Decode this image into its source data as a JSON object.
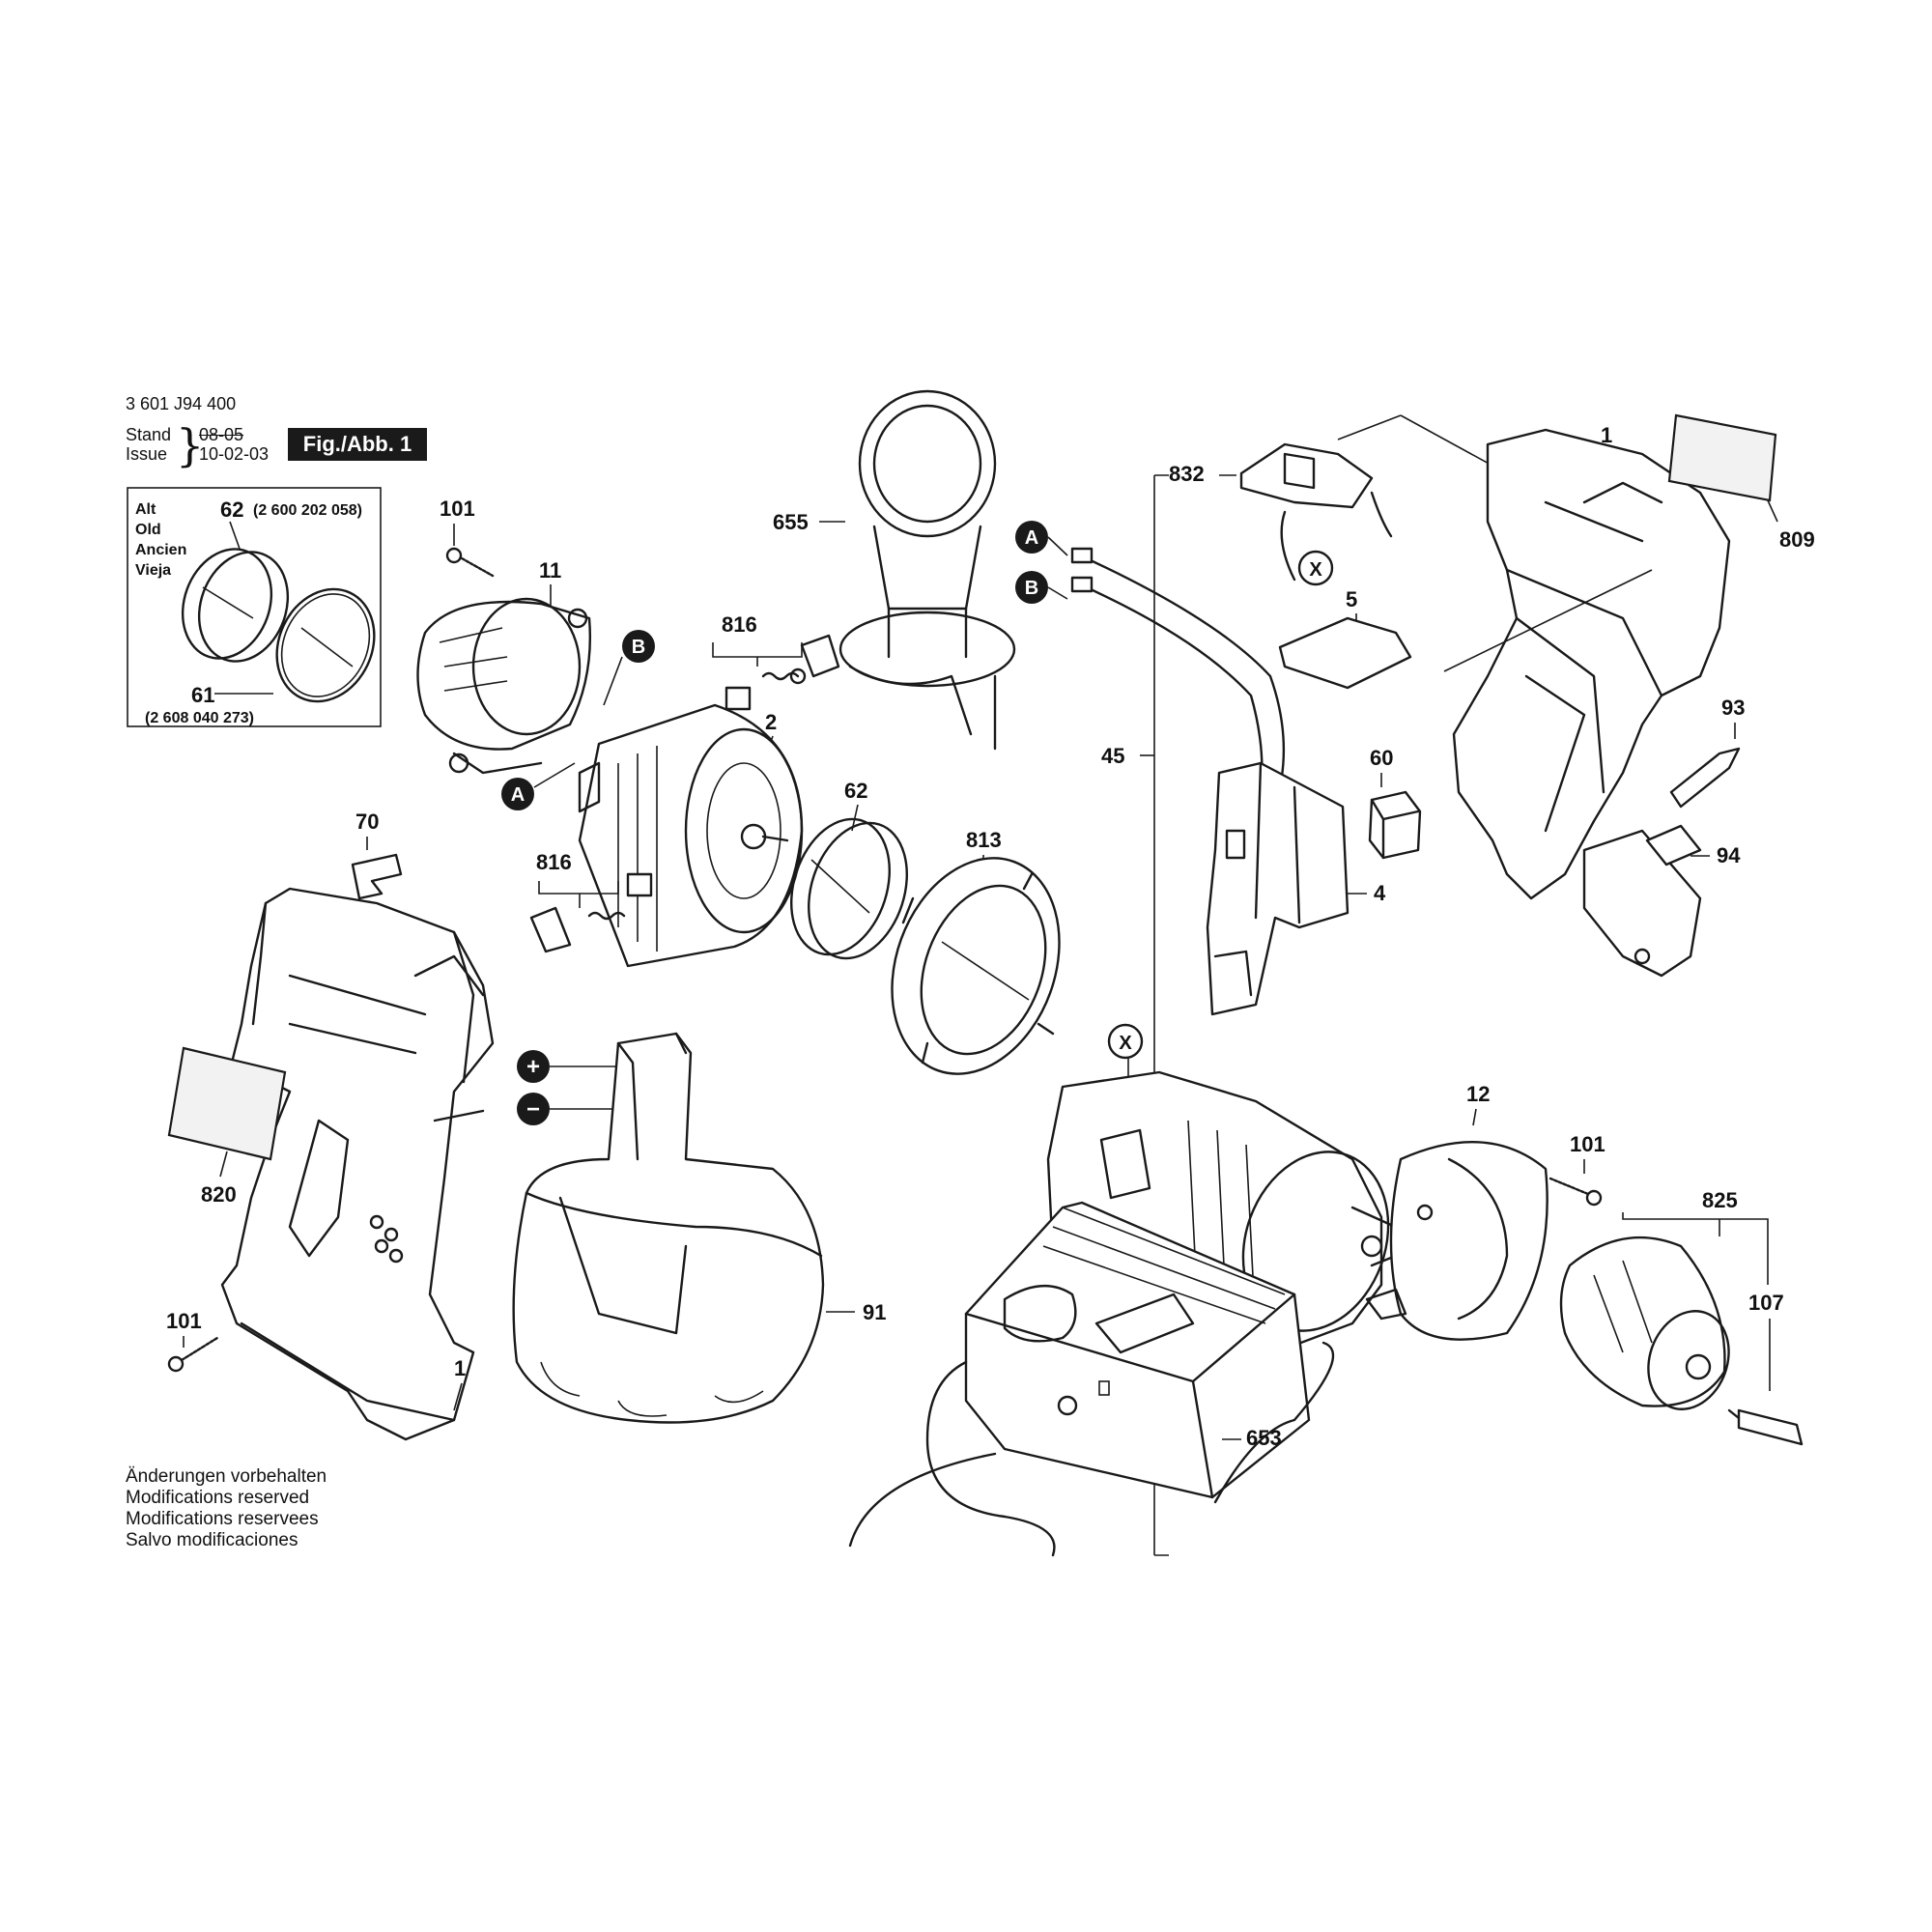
{
  "header": {
    "drawing_number": "3 601 J94 400",
    "stand_label": "Stand",
    "issue_label": "Issue",
    "stand_date": "08-05",
    "issue_date": "10-02-03",
    "figure_label": "Fig./Abb. 1"
  },
  "old_box": {
    "lines": [
      "Alt",
      "Old",
      "Ancien",
      "Vieja"
    ],
    "item_62": "62",
    "item_62_number": "(2 600 202 058)",
    "item_61": "61",
    "item_61_number": "(2 608 040 273)"
  },
  "callouts": {
    "c101a": "101",
    "c11": "11",
    "c655": "655",
    "c816a": "816",
    "c2": "2",
    "c62": "62",
    "c813": "813",
    "c816b": "816",
    "c70": "70",
    "c820": "820",
    "c101b": "101",
    "c1a": "1",
    "c91": "91",
    "c832": "832",
    "c5": "5",
    "c45": "45",
    "c60": "60",
    "c4": "4",
    "c1b": "1",
    "c809": "809",
    "c93": "93",
    "c94": "94",
    "c12": "12",
    "c101c": "101",
    "c825": "825",
    "c107": "107",
    "c653": "653"
  },
  "markers": {
    "a": "A",
    "b": "B",
    "x": "X",
    "plus": "+",
    "minus": "−"
  },
  "footer": {
    "lines": [
      "Änderungen vorbehalten",
      "Modifications reserved",
      "Modifications reservees",
      "Salvo modificaciones"
    ]
  }
}
